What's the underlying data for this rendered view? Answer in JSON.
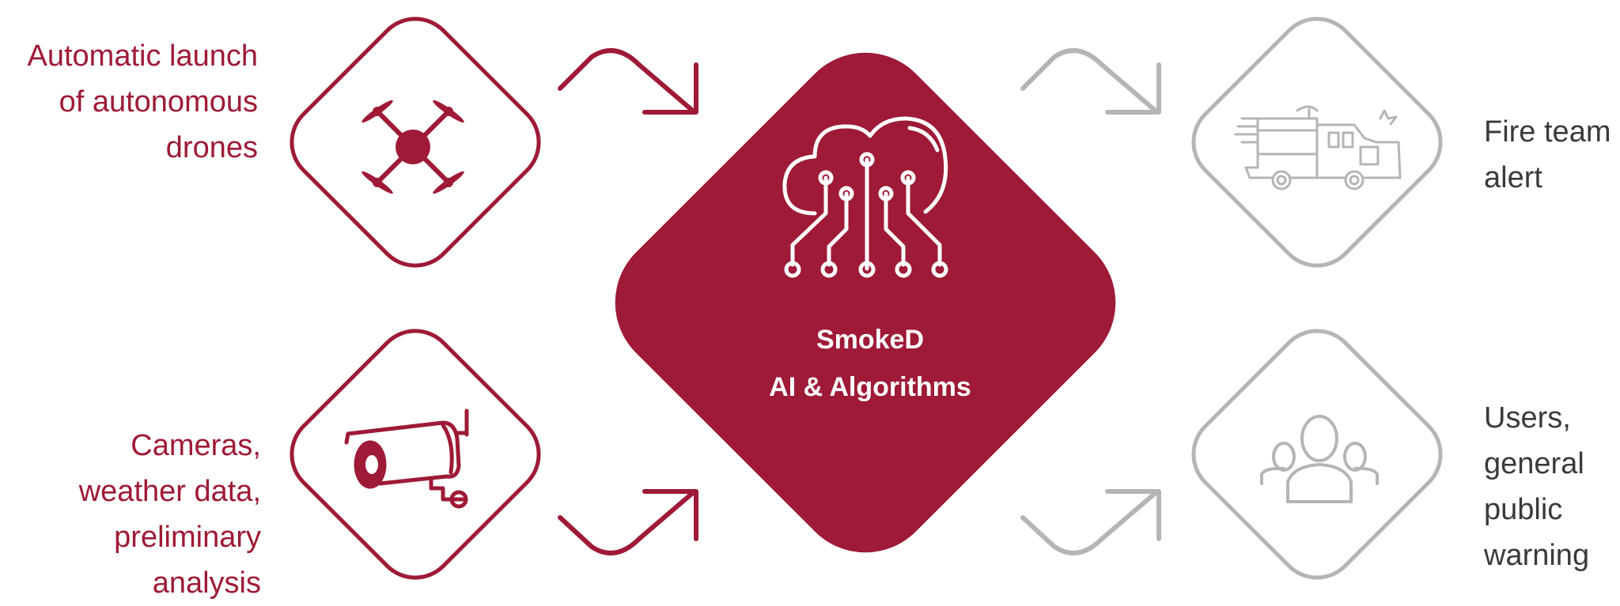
{
  "colors": {
    "accent": "#9e1a36",
    "muted": "#b5b5b5",
    "text_dark": "#3a3a3a"
  },
  "inputs": {
    "drones": {
      "lines": [
        "Automatic launch",
        "of autonomous",
        "drones"
      ],
      "icon": "drone-icon"
    },
    "cameras": {
      "lines": [
        "Cameras,",
        "weather data,",
        "preliminary",
        "analysis"
      ],
      "icon": "security-camera-icon"
    }
  },
  "center": {
    "title": "SmokeD",
    "subtitle": "AI & Algorithms",
    "icon": "cloud-ai-circuit-icon"
  },
  "outputs": {
    "fire_team": {
      "lines": [
        "Fire team",
        "alert"
      ],
      "icon": "fire-truck-icon"
    },
    "users": {
      "lines": [
        "Users,",
        "general",
        "public",
        "warning"
      ],
      "icon": "users-group-icon"
    }
  }
}
